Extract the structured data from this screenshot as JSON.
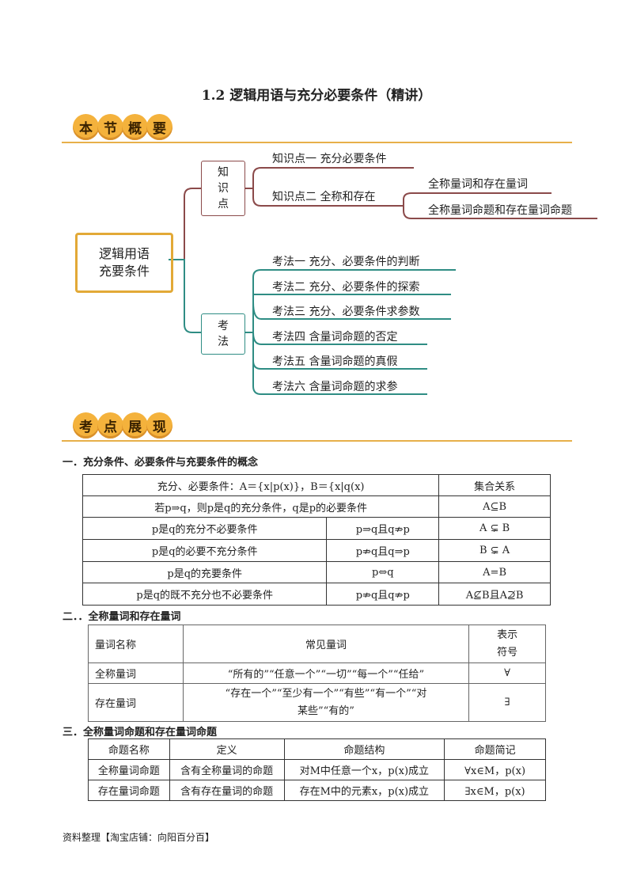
{
  "title": "1.2  逻辑用语与充分必要条件（精讲）",
  "banner1": [
    "本",
    "节",
    "概",
    "要"
  ],
  "banner2": [
    "考",
    "点",
    "展",
    "现"
  ],
  "mindmap": {
    "central": [
      "逻辑用语",
      "充要条件"
    ],
    "knowledge_box": [
      "知",
      "识",
      "点"
    ],
    "knowledge": [
      "知识点一  充分必要条件",
      "知识点二  全称和存在"
    ],
    "knowledge_sub": [
      "全称量词和存在量词",
      "全称量词命题和存在量词命题"
    ],
    "exam_box": [
      "考",
      "法"
    ],
    "methods": [
      "考法一  充分、必要条件的判断",
      "考法二  充分、必要条件的探索",
      "考法三  充分、必要条件求参数",
      "考法四  含量词命题的否定",
      "考法五  含量词命题的真假",
      "考法六  含量词命题的求参"
    ]
  },
  "sections": [
    "一．充分条件、必要条件与充要条件的概念",
    "二．．全称量词和存在量词",
    "三．全称量词命题和存在量词命题"
  ],
  "table1": {
    "header": [
      "充分、必要条件：A＝{x|p(x)}，B＝{x|q(x)",
      "集合关系"
    ],
    "row_def": [
      "若p⇒q，则p是q的充分条件，q是p的必要条件",
      "A⊆B"
    ],
    "rows": [
      [
        "p是q的充分不必要条件",
        "p⇒q且q⇏p",
        "A ⊊ B"
      ],
      [
        "p是q的必要不充分条件",
        "p⇏q且q⇒p",
        "B ⊊ A"
      ],
      [
        "p是q的充要条件",
        "p⇔q",
        "A=B"
      ],
      [
        "p是q的既不充分也不必要条件",
        "p⇏q且q⇏p",
        "A⊈B且A⊉B"
      ]
    ]
  },
  "table2": {
    "header": [
      "量词名称",
      "常见量词",
      "表示",
      "符号"
    ],
    "rows": [
      [
        "全称量词",
        "“所有的”“任意一个”“一切”“每一个”“任给”",
        "∀"
      ],
      [
        "存在量词",
        "“存在一个”“至少有一个”“有些”“有一个”“对",
        "某些”“有的”",
        "∃"
      ]
    ]
  },
  "table3": {
    "header": [
      "命题名称",
      "定义",
      "命题结构",
      "命题简记"
    ],
    "rows": [
      [
        "全称量词命题",
        "含有全称量词的命题",
        "对M中任意一个x，p(x)成立",
        "∀x∈M，p(x)"
      ],
      [
        "存在量词命题",
        "含有存在量词的命题",
        "存在M中的元素x，p(x)成立",
        "∃x∈M，p(x)"
      ]
    ]
  },
  "footer": "资料整理【淘宝店铺：向阳百分百】",
  "colors": {
    "accent": "#f4b23c",
    "rule": "#e7b04a",
    "maroon": "#8b4a4a",
    "teal": "#2f8d84"
  }
}
